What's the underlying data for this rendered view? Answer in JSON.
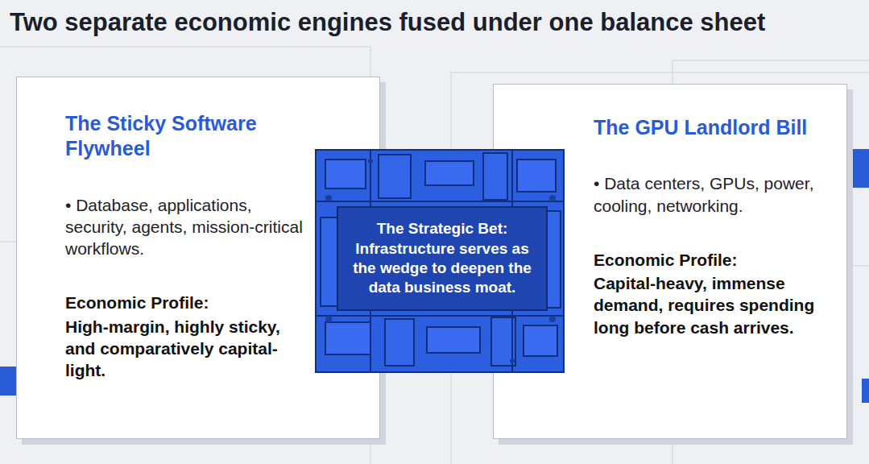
{
  "diagram": {
    "title": "Two separate economic engines fused under one balance sheet",
    "nodes": [
      {
        "text": [
          "The Sticky Software Flywheel",
          "• Database, applications, security, agents, mission-critical workflows.",
          "Economic Profile:",
          "High-margin, highly sticky, and comparatively capital-light."
        ]
      },
      {
        "text": [
          "The Strategic Bet: Infrastructure serves as the wedge to deepen the data business moat."
        ]
      },
      {
        "text": [
          "The GPU Landlord Bill",
          "• Data centers, GPUs, power, cooling, networking.",
          "Economic Profile:",
          "Capital-heavy, immense demand, requires spending long before cash arrives."
        ]
      }
    ]
  }
}
